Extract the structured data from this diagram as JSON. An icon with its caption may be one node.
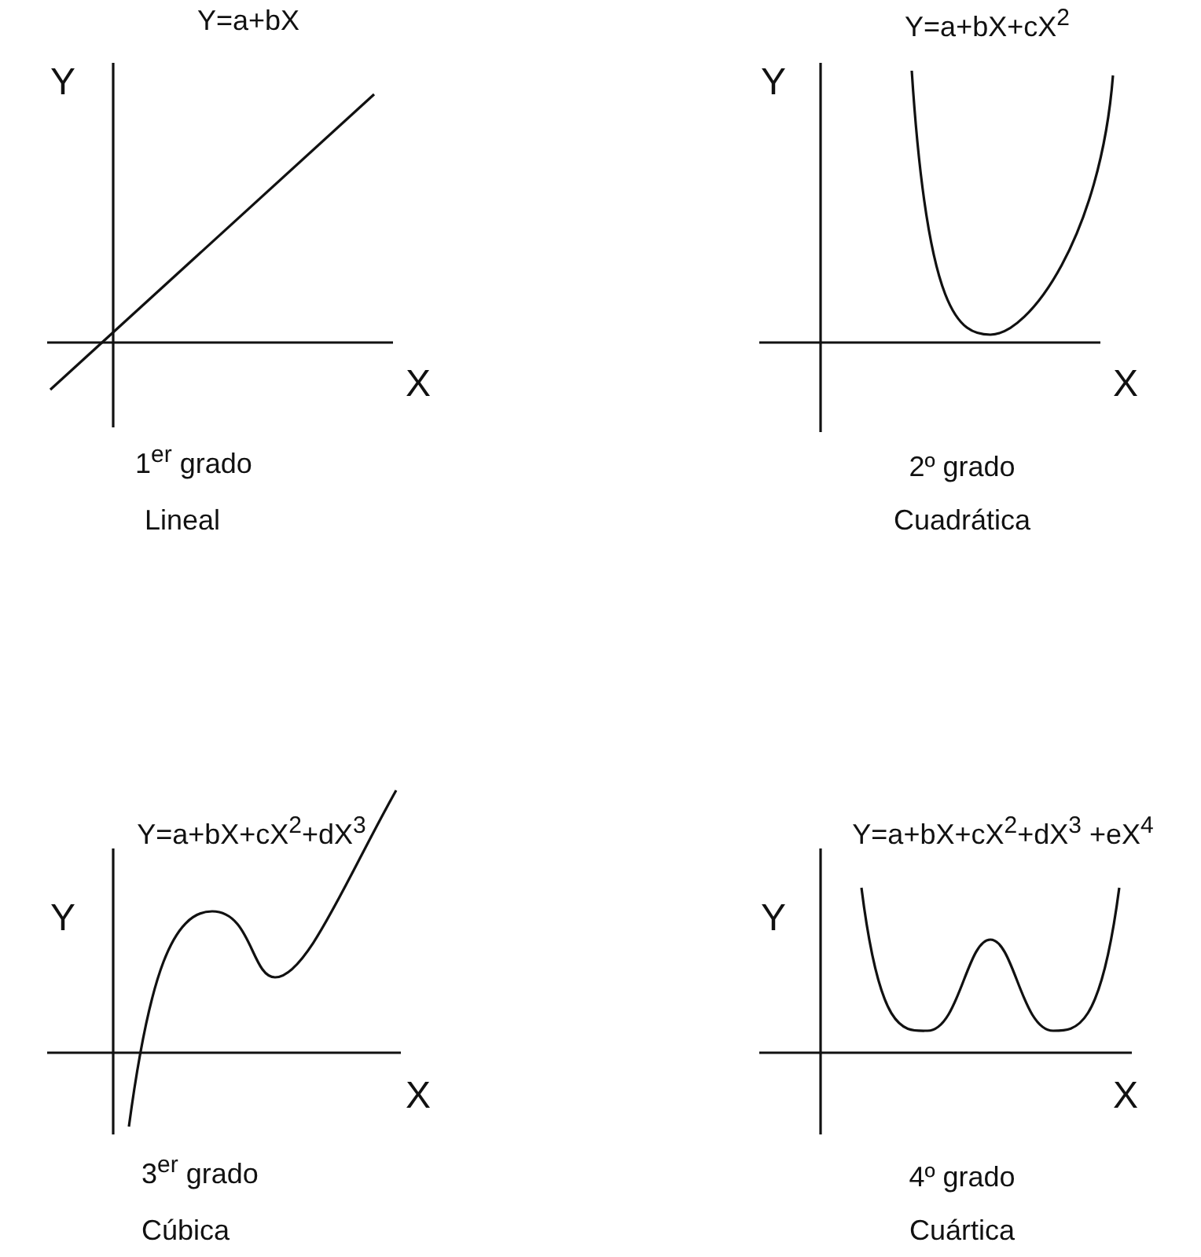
{
  "diagram": {
    "labels": [
      "Y=a+bX",
      "Y=a+bX+cX$^{2}$",
      "Y",
      "Y",
      "X",
      "X",
      "1$^{er}$ grado",
      "2º grado",
      "Lineal",
      "Cuadrática",
      "Y=a+bX+cX$^{2}$+dX$^{3}$",
      "Y=a+bX+cX$^{2}$+dX$^{3}$ +eX$^{4}$",
      "Y",
      "Y",
      "X",
      "X",
      "3$^{er}$ grado",
      "4º grado",
      "Cúbica",
      "Cuártica"
    ]
  }
}
